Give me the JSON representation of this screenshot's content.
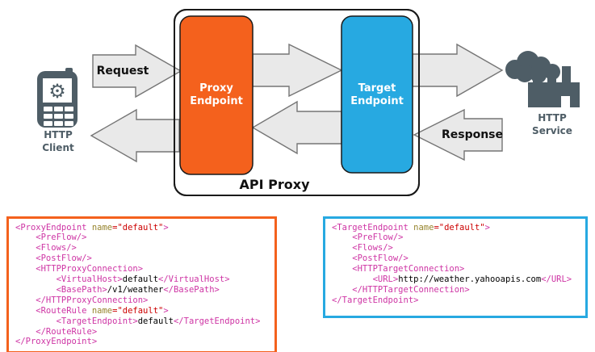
{
  "colors": {
    "accent_orange": "#F4611D",
    "accent_blue": "#27A9E1",
    "icon_gray": "#4E5D66",
    "arrow_fill": "#E9E9E9",
    "arrow_stroke": "#757575",
    "code_tag": "#CE34A4",
    "code_attr": "#97852E",
    "code_value": "#CC0000",
    "code_text": "#000000"
  },
  "diagram": {
    "api_proxy_label": "API Proxy",
    "request_label": "Request",
    "response_label": "Response",
    "http_client_label": "HTTP\nClient",
    "http_service_label": "HTTP\nService",
    "proxy_endpoint_label": "Proxy\nEndpoint",
    "target_endpoint_label": "Target\nEndpoint"
  },
  "code_panels": [
    {
      "accent": "#F4611D",
      "lines": [
        [
          [
            "tag",
            "<ProxyEndpoint "
          ],
          [
            "attr",
            "name"
          ],
          [
            "val",
            "=\"default\""
          ],
          [
            "tag",
            ">"
          ]
        ],
        [
          [
            "tag",
            "    <PreFlow/>"
          ]
        ],
        [
          [
            "tag",
            "    <Flows/>"
          ]
        ],
        [
          [
            "tag",
            "    <PostFlow/>"
          ]
        ],
        [
          [
            "tag",
            "    <HTTPProxyConnection>"
          ]
        ],
        [
          [
            "tag",
            "        <VirtualHost>"
          ],
          [
            "plain",
            "default"
          ],
          [
            "tag",
            "</VirtualHost>"
          ]
        ],
        [
          [
            "tag",
            "        <BasePath>"
          ],
          [
            "plain",
            "/v1/weather"
          ],
          [
            "tag",
            "</BasePath>"
          ]
        ],
        [
          [
            "tag",
            "    </HTTPProxyConnection>"
          ]
        ],
        [
          [
            "tag",
            "    <RouteRule "
          ],
          [
            "attr",
            "name"
          ],
          [
            "val",
            "=\"default\""
          ],
          [
            "tag",
            ">"
          ]
        ],
        [
          [
            "tag",
            "        <TargetEndpoint>"
          ],
          [
            "plain",
            "default"
          ],
          [
            "tag",
            "</TargetEndpoint>"
          ]
        ],
        [
          [
            "tag",
            "    </RouteRule>"
          ]
        ],
        [
          [
            "tag",
            "</ProxyEndpoint>"
          ]
        ]
      ]
    },
    {
      "accent": "#27A9E1",
      "lines": [
        [
          [
            "tag",
            "<TargetEndpoint "
          ],
          [
            "attr",
            "name"
          ],
          [
            "val",
            "=\"default\""
          ],
          [
            "tag",
            ">"
          ]
        ],
        [
          [
            "tag",
            "    <PreFlow/>"
          ]
        ],
        [
          [
            "tag",
            "    <Flows/>"
          ]
        ],
        [
          [
            "tag",
            "    <PostFlow/>"
          ]
        ],
        [
          [
            "tag",
            "    <HTTPTargetConnection>"
          ]
        ],
        [
          [
            "tag",
            "        <URL>"
          ],
          [
            "plain",
            "http://weather.yahooapis.com"
          ],
          [
            "tag",
            "</URL>"
          ]
        ],
        [
          [
            "tag",
            "    </HTTPTargetConnection>"
          ]
        ],
        [
          [
            "tag",
            "</TargetEndpoint>"
          ]
        ]
      ]
    }
  ]
}
